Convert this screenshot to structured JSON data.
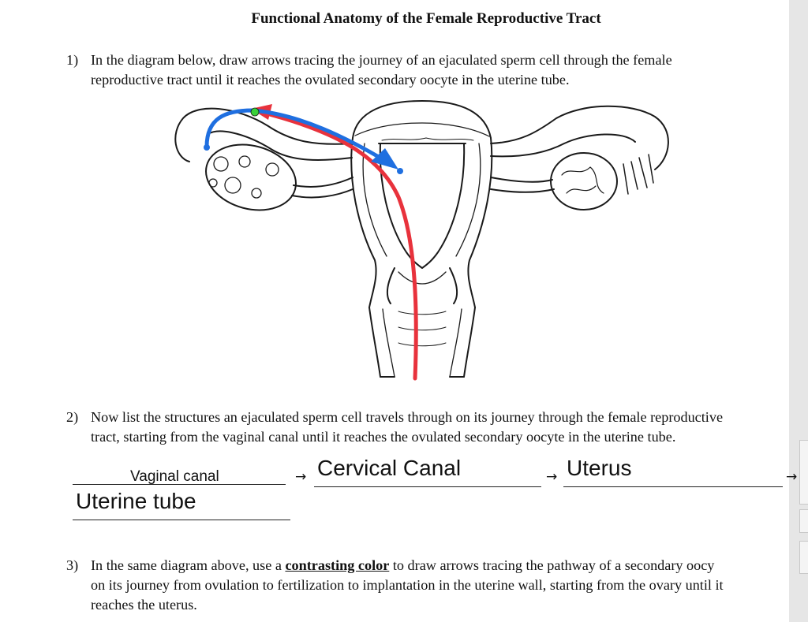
{
  "title": "Functional Anatomy of the Female Reproductive Tract",
  "q1": {
    "number": "1)",
    "line1": "In the diagram below, draw arrows tracing the journey of an ejaculated sperm cell through the female",
    "line2": "reproductive tract until it reaches the ovulated secondary oocyte in the uterine tube."
  },
  "q2": {
    "number": "2)",
    "line1": "Now list the structures an ejaculated sperm cell travels through on its journey through the female reproductive",
    "line2": "tract, starting from the vaginal canal until it reaches the ovulated secondary oocyte in the uterine tube.",
    "answers": [
      "Vaginal canal",
      "Cervical Canal",
      "Uterus",
      "Uterine tube"
    ],
    "arrow_symbol": "→"
  },
  "q3": {
    "number": "3)",
    "line1_start": "In the same diagram above, use a ",
    "emphasis": "contrasting color",
    "line1_end": " to draw arrows tracing the pathway of a secondary oocy",
    "line2": "on its journey from ovulation to fertilization to implantation in the uterine wall, starting from the ovary until it",
    "line3": "reaches the uterus."
  },
  "colors": {
    "sperm_path": "#e8323c",
    "oocyte_path": "#1f6fe0",
    "marker": "#3ad13a"
  }
}
